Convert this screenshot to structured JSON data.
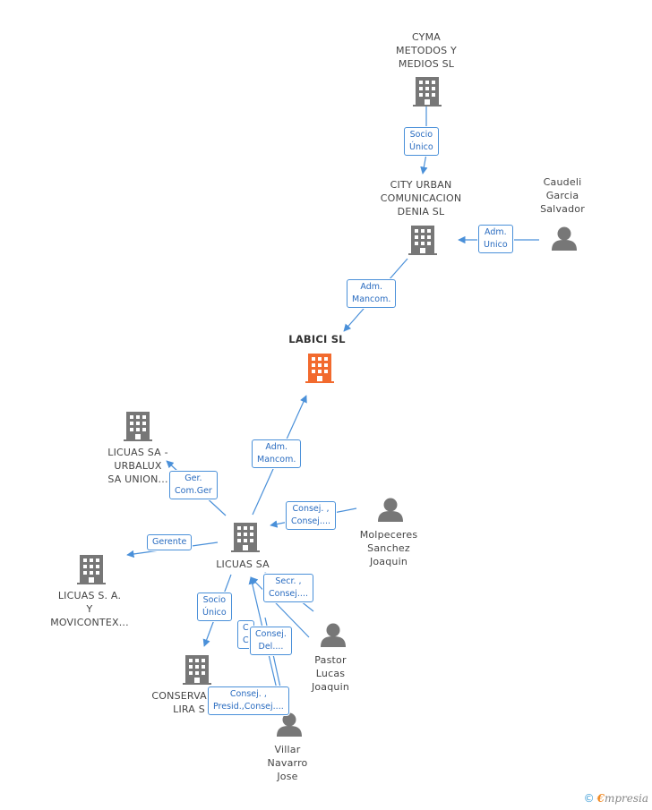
{
  "colors": {
    "edge": "#4a90d9",
    "company_icon": "#777777",
    "main_icon": "#f26a2e",
    "person_icon": "#777777"
  },
  "nodes": {
    "cyma": [
      "CYMA",
      "METODOS Y",
      "MEDIOS SL"
    ],
    "city_urban": [
      "CITY URBAN",
      "COMUNICACION",
      "DENIA  SL"
    ],
    "caudeli": [
      "Caudeli",
      "Garcia",
      "Salvador"
    ],
    "labici": [
      "LABICI SL"
    ],
    "licuas_urbalux": [
      "LICUAS SA -",
      "URBALUX",
      "SA UNION..."
    ],
    "licuas_sa": [
      "LICUAS SA"
    ],
    "licuas_movicontex": [
      "LICUAS S. A.",
      "Y",
      "MOVICONTEX..."
    ],
    "conservac": [
      "CONSERVAC",
      "LIRA S"
    ],
    "molpeceres": [
      "Molpeceres",
      "Sanchez",
      "Joaquin"
    ],
    "pastor": [
      "Pastor",
      "Lucas",
      "Joaquin"
    ],
    "villar": [
      "Villar",
      "Navarro",
      "Jose"
    ]
  },
  "edges": {
    "socio_unico_1": [
      "Socio",
      "Único"
    ],
    "adm_unico": [
      "Adm.",
      "Unico"
    ],
    "adm_mancom_1": [
      "Adm.",
      "Mancom."
    ],
    "adm_mancom_2": [
      "Adm.",
      "Mancom."
    ],
    "ger_com_ger": [
      "Ger.",
      "Com.Ger"
    ],
    "consej_1": [
      "Consej. ,",
      "Consej...."
    ],
    "gerente": [
      "Gerente"
    ],
    "secr_consej": [
      "Secr. ,",
      "Consej...."
    ],
    "socio_unico_2": [
      "Socio",
      "Único"
    ],
    "consej_del_back": [
      "C",
      "C"
    ],
    "consej_del": [
      "Consej.",
      "Del...."
    ],
    "consej_presid": [
      "Consej. ,",
      "Presid.,Consej...."
    ]
  },
  "footer": {
    "copyright": "©",
    "brand_e": "€",
    "brand_rest": "mpresia"
  }
}
